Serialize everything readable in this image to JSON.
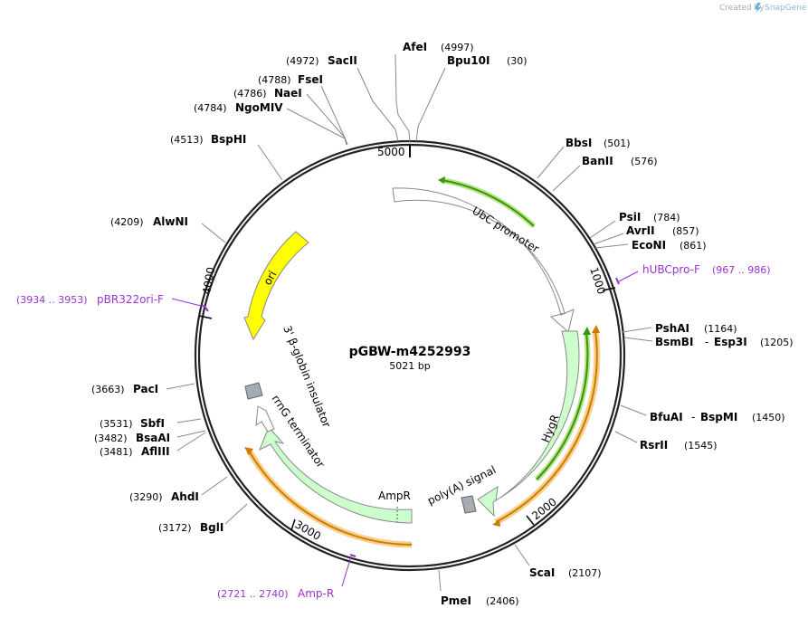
{
  "credit": {
    "created_by": "Created by",
    "app": "SnapGene"
  },
  "plasmid": {
    "name": "pGBW-m4252993",
    "length": "5021 bp"
  },
  "ticks": [
    {
      "label": "5000"
    },
    {
      "label": "1000"
    },
    {
      "label": "2000"
    },
    {
      "label": "3000"
    },
    {
      "label": "4000"
    }
  ],
  "sites": [
    {
      "name": "AfeI",
      "pos": "(4997)"
    },
    {
      "name": "Bpu10I",
      "pos": "(30)"
    },
    {
      "name": "SacII",
      "pos": "(4972)"
    },
    {
      "name": "FseI",
      "pos": "(4788)"
    },
    {
      "name": "NaeI",
      "pos": "(4786)"
    },
    {
      "name": "NgoMIV",
      "pos": "(4784)"
    },
    {
      "name": "BspHI",
      "pos": "(4513)"
    },
    {
      "name": "BbsI",
      "pos": "(501)"
    },
    {
      "name": "BanII",
      "pos": "(576)"
    },
    {
      "name": "PsiI",
      "pos": "(784)"
    },
    {
      "name": "AvrII",
      "pos": "(857)"
    },
    {
      "name": "EcoNI",
      "pos": "(861)"
    },
    {
      "name": "PshAI",
      "pos": "(1164)"
    },
    {
      "name": "BsmBI",
      "pos": "(1205)",
      "extra": "Esp3I"
    },
    {
      "name": "BfuAI",
      "pos": "(1450)",
      "extra": "BspMI"
    },
    {
      "name": "RsrII",
      "pos": "(1545)"
    },
    {
      "name": "ScaI",
      "pos": "(2107)"
    },
    {
      "name": "PmeI",
      "pos": "(2406)"
    },
    {
      "name": "AlwNI",
      "pos": "(4209)"
    },
    {
      "name": "PacI",
      "pos": "(3663)"
    },
    {
      "name": "SbfI",
      "pos": "(3531)"
    },
    {
      "name": "BsaAI",
      "pos": "(3482)"
    },
    {
      "name": "AflIII",
      "pos": "(3481)"
    },
    {
      "name": "AhdI",
      "pos": "(3290)"
    },
    {
      "name": "BglI",
      "pos": "(3172)"
    }
  ],
  "primers": [
    {
      "name": "hUBCpro-F",
      "range": "(967 .. 986)"
    },
    {
      "name": "pBR322ori-F",
      "range": "(3934 .. 3953)"
    },
    {
      "name": "Amp-R",
      "range": "(2721 .. 2740)"
    }
  ],
  "features": [
    {
      "name": "UbC promoter",
      "color": "#ffffff"
    },
    {
      "name": "HygR",
      "color": "#ccffcc"
    },
    {
      "name": "poly(A) signal",
      "color": "#a6acb3"
    },
    {
      "name": "AmpR",
      "color": "#ccffcc"
    },
    {
      "name": "rrnG terminator",
      "color": "#ffffff"
    },
    {
      "name": "3' β-globin insulator",
      "color": "#a6acb3"
    },
    {
      "name": "ori",
      "color": "#ffff00"
    }
  ],
  "colors": {
    "primer": "#9933cc",
    "orange_arc": "#cc7a00",
    "orange_halo": "#f7d08a",
    "green_arc": "#339900",
    "green_halo": "#b8e08a"
  }
}
